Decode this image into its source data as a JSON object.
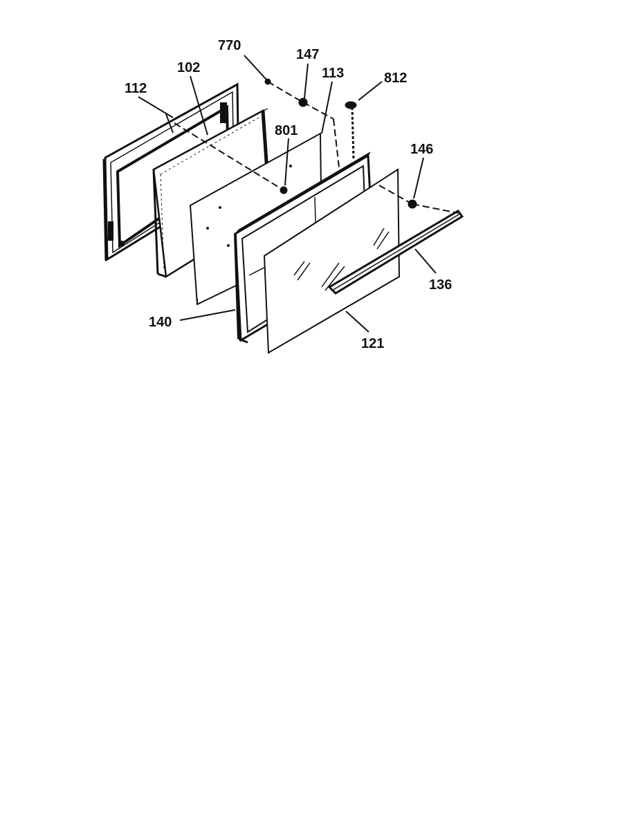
{
  "diagram": {
    "callouts": {
      "c770": "770",
      "c147": "147",
      "c113": "113",
      "c812": "812",
      "c102": "102",
      "c112": "112",
      "c801": "801",
      "c146": "146",
      "c136": "136",
      "c140": "140",
      "c121": "121"
    }
  }
}
